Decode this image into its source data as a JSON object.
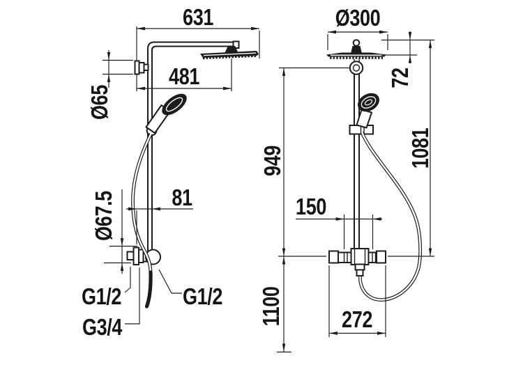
{
  "page": {
    "background": "#ffffff",
    "line_color": "#1c1c1c"
  },
  "drawing": {
    "type": "technical-dimension-drawing",
    "subject": "shower column with overhead shower, hand shower and thermostatic valve — side view (left) and front view (right)",
    "units": "mm",
    "side_view": {
      "dims": {
        "overall_depth": "631",
        "arm_reach": "481",
        "bracket_diameter": "Ø65",
        "supply_escutcheon_diameter": "Ø67.5",
        "wall_to_riser_offset": "81",
        "inlet_left": "G1/2",
        "inlet_right": "G1/2",
        "hose_connection": "G3/4"
      }
    },
    "front_view": {
      "dims": {
        "head_diameter": "Ø300",
        "head_to_pivot": "72",
        "head_to_valve": "1081",
        "pivot_to_valve": "949",
        "valve_to_floor": "1100",
        "supply_centers": "150",
        "valve_width": "272"
      }
    }
  }
}
